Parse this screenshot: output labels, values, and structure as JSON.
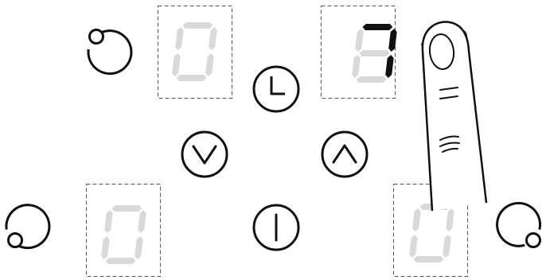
{
  "panel": {
    "colors": {
      "ink": "#111111",
      "segment_off": "#d9d9d9",
      "frame": "#555555",
      "finger_fill": "#ffffff"
    },
    "zones": [
      {
        "id": "top-left",
        "display_value": "0",
        "lit": false,
        "icon": "burner-top-left-icon"
      },
      {
        "id": "top-right",
        "display_value": "7",
        "lit": true,
        "icon": "burner-top-right-icon"
      },
      {
        "id": "bottom-left",
        "display_value": "0",
        "lit": false,
        "icon": "burner-bottom-left-icon"
      },
      {
        "id": "bottom-right",
        "display_value": "0",
        "lit": false,
        "icon": "burner-bottom-right-icon"
      }
    ],
    "controls": [
      {
        "name": "timer-button",
        "icon": "clock-icon"
      },
      {
        "name": "decrease-button",
        "icon": "chevron-down-icon"
      },
      {
        "name": "increase-button",
        "icon": "chevron-up-icon"
      },
      {
        "name": "power-button",
        "icon": "power-icon"
      }
    ],
    "overlay": {
      "icon": "pointing-finger-icon",
      "touching": "top-right"
    }
  }
}
